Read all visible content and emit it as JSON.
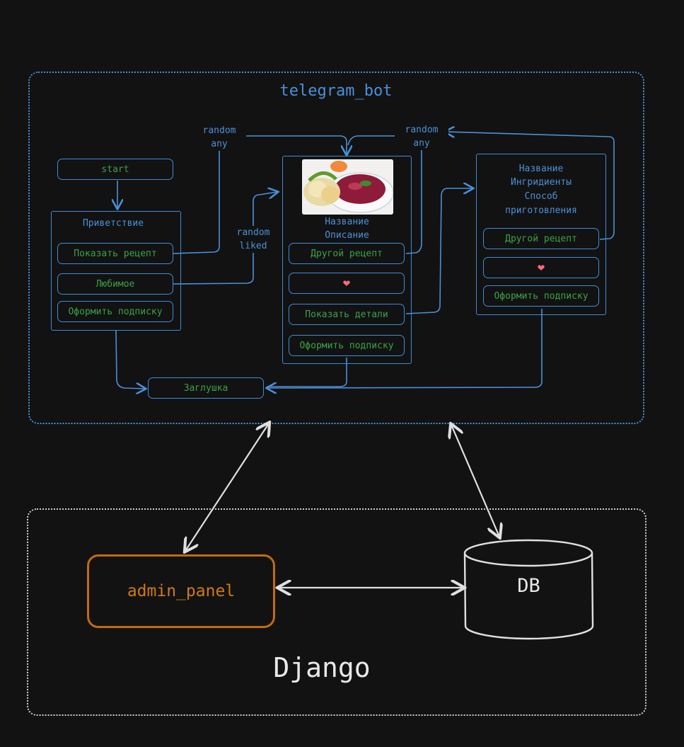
{
  "telegram_bot": {
    "title": "telegram_bot",
    "start": "start",
    "welcome": {
      "title": "Приветствие",
      "show_recipe": "Показать рецепт",
      "favorite": "Любимое",
      "subscribe": "Оформить подписку"
    },
    "recipe_card": {
      "line1": "Название",
      "line2": "Описание",
      "other_recipe": "Другой рецепт",
      "like_icon": "heart-icon",
      "show_details": "Показать детали",
      "subscribe": "Оформить подписку"
    },
    "details": {
      "line1": "Название",
      "line2": "Ингридиенты",
      "line3": "Способ",
      "line4": "приготовления",
      "other_recipe": "Другой рецепт",
      "like_icon": "heart-icon",
      "subscribe": "Оформить подписку"
    },
    "stub": "Заглушка",
    "edge_labels": {
      "random_any_left": {
        "l1": "random",
        "l2": "any"
      },
      "random_any_right": {
        "l1": "random",
        "l2": "any"
      },
      "random_liked": {
        "l1": "random",
        "l2": "liked"
      }
    }
  },
  "django": {
    "title": "Django",
    "admin_panel": "admin_panel",
    "db": "DB"
  },
  "colors": {
    "background": "#121212",
    "blue": "#4a90d9",
    "green": "#3aa14a",
    "orange": "#d17a14",
    "white": "#e8e8e8"
  }
}
